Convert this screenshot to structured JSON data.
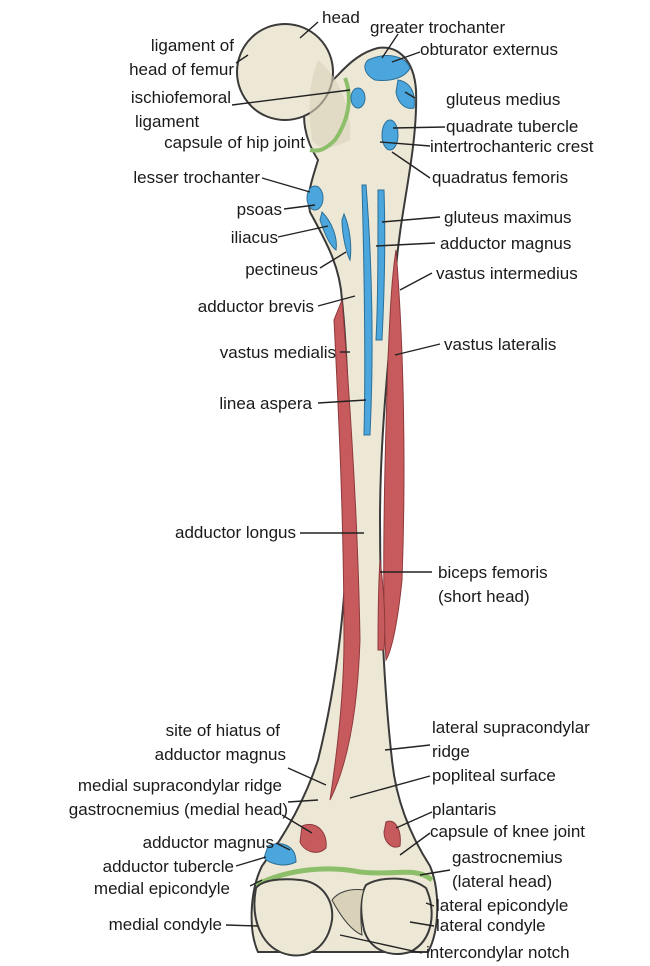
{
  "colors": {
    "bone": "#ede8d6",
    "bone_shade": "#d9d2b9",
    "outline": "#3a3a3a",
    "muscle_red": "#c75a5c",
    "muscle_blue": "#4aa6dc",
    "capsule_green": "#8dbf6a",
    "leader": "#222222"
  },
  "labels": {
    "head": "head",
    "greater_trochanter": "greater trochanter",
    "obturator_externus": "obturator externus",
    "ligament_head_1": "ligament of",
    "ligament_head_2": "head of femur",
    "ischiofemoral_1": "ischiofemoral",
    "ischiofemoral_2": "ligament",
    "capsule_hip": "capsule of hip joint",
    "gluteus_medius": "gluteus medius",
    "quadrate_tubercle": "quadrate tubercle",
    "intertrochanteric_crest": "intertrochanteric crest",
    "lesser_trochanter": "lesser trochanter",
    "quadratus_femoris": "quadratus femoris",
    "psoas": "psoas",
    "gluteus_maximus": "gluteus maximus",
    "iliacus": "iliacus",
    "adductor_magnus_top": "adductor magnus",
    "pectineus": "pectineus",
    "vastus_intermedius": "vastus intermedius",
    "adductor_brevis": "adductor brevis",
    "vastus_medialis": "vastus medialis",
    "vastus_lateralis": "vastus lateralis",
    "linea_aspera": "linea aspera",
    "adductor_longus": "adductor longus",
    "biceps_1": "biceps femoris",
    "biceps_2": "(short head)",
    "hiatus_1": "site of hiatus of",
    "hiatus_2": "adductor magnus",
    "lat_supra_1": "lateral supracondylar",
    "lat_supra_2": "ridge",
    "medial_supracondylar": "medial supracondylar ridge",
    "popliteal_surface": "popliteal surface",
    "gastroc_medial": "gastrocnemius (medial head)",
    "plantaris": "plantaris",
    "adductor_magnus_bottom": "adductor magnus",
    "capsule_knee": "capsule of knee joint",
    "adductor_tubercle": "adductor tubercle",
    "gastroc_lat_1": "gastrocnemius",
    "gastroc_lat_2": "(lateral head)",
    "medial_epicondyle": "medial epicondyle",
    "lateral_epicondyle": "lateral epicondyle",
    "medial_condyle": "medial condyle",
    "lateral_condyle": "lateral condyle",
    "intercondylar_notch": "intercondylar notch"
  }
}
